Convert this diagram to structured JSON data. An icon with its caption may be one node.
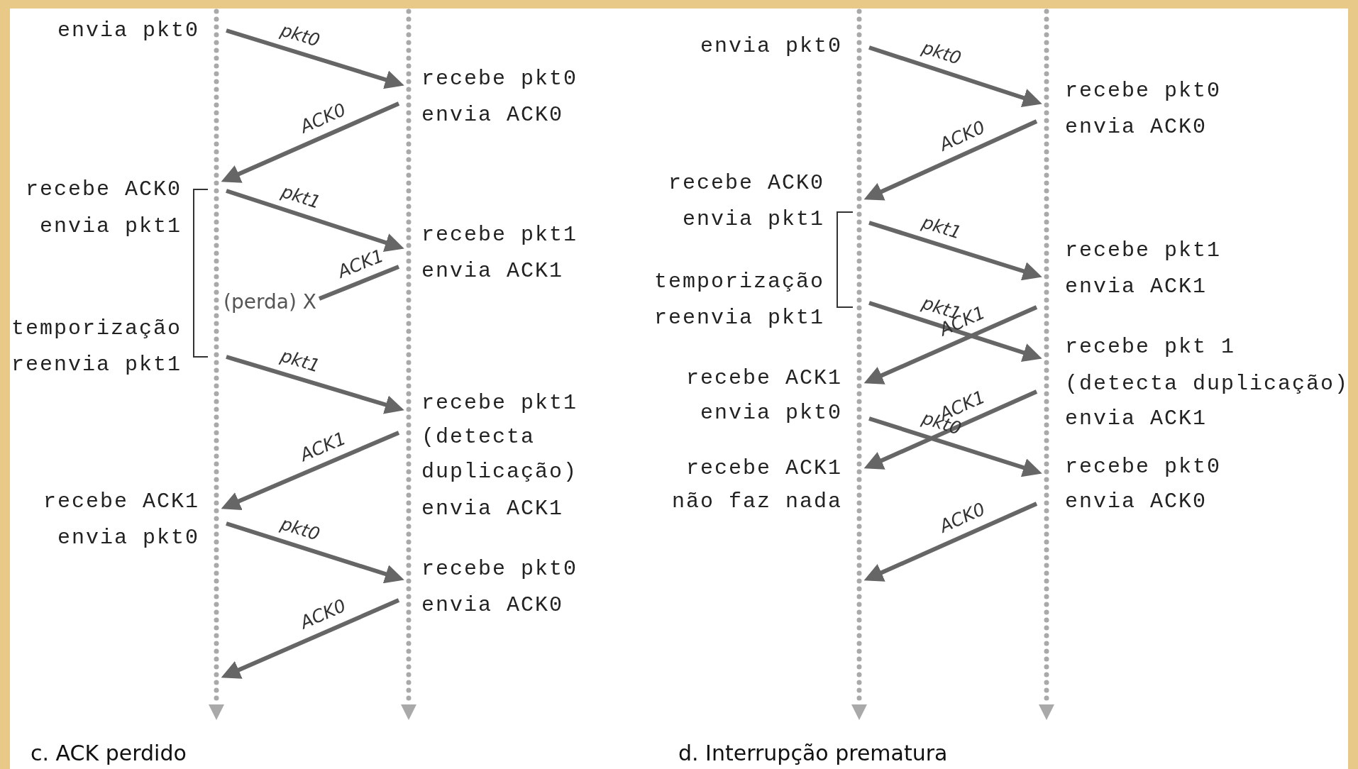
{
  "diagram": {
    "nodes": [
      {
        "text": [],
        "shape": "line"
      },
      {
        "text": [],
        "shape": "line"
      },
      {
        "text": [],
        "shape": "line"
      },
      {
        "text": [],
        "shape": "line"
      },
      {
        "text": [
          "(perda) X"
        ]
      }
    ],
    "edges": [
      {
        "from": 0,
        "to": 1,
        "arrow": "to",
        "label": "pkt0"
      },
      {
        "from": 1,
        "to": 0,
        "arrow": "to",
        "label": "ACK0"
      },
      {
        "from": 0,
        "to": 1,
        "arrow": "to",
        "label": "pkt1"
      },
      {
        "from": 1,
        "to": 4,
        "arrow": "none",
        "label": "ACK1"
      },
      {
        "from": 0,
        "to": 1,
        "arrow": "to",
        "label": "pkt1"
      },
      {
        "from": 1,
        "to": 0,
        "arrow": "to",
        "label": "ACK1"
      },
      {
        "from": 0,
        "to": 1,
        "arrow": "to",
        "label": "pkt0"
      },
      {
        "from": 1,
        "to": 0,
        "arrow": "to",
        "label": "ACK0"
      },
      {
        "from": 2,
        "to": 3,
        "arrow": "to",
        "label": "pkt0"
      },
      {
        "from": 3,
        "to": 2,
        "arrow": "to",
        "label": "ACK0"
      },
      {
        "from": 2,
        "to": 3,
        "arrow": "to",
        "label": "pkt1"
      },
      {
        "from": 2,
        "to": 3,
        "arrow": "to",
        "label": "pkt1"
      },
      {
        "from": 3,
        "to": 2,
        "arrow": "to",
        "label": "ACK1"
      },
      {
        "from": 3,
        "to": 2,
        "arrow": "to",
        "label": "ACK1"
      },
      {
        "from": 2,
        "to": 3,
        "arrow": "to",
        "label": "pkt0"
      },
      {
        "from": 3,
        "to": 2,
        "arrow": "to",
        "label": "ACK0"
      }
    ],
    "labels": [
      "envia pkt0",
      "recebe pkt0",
      "envia ACK0",
      "recebe ACK0",
      "envia pkt1",
      "recebe pkt1",
      "envia ACK1",
      "temporização",
      "reenvia pkt1",
      "recebe pkt1",
      "(detecta",
      "duplicação)",
      "recebe ACK1",
      "envia ACK1",
      "envia pkt0",
      "recebe pkt0",
      "envia ACK0",
      "c. ACK perdido",
      "envia pkt0",
      "recebe pkt0",
      "envia ACK0",
      "recebe ACK0",
      "envia pkt1",
      "recebe pkt1",
      "temporização",
      "envia ACK1",
      "reenvia pkt1",
      "recebe pkt 1",
      "recebe ACK1",
      "(detecta duplicação)",
      "envia pkt0",
      "envia ACK1",
      "recebe ACK1",
      "recebe pkt0",
      "não faz nada",
      "envia ACK0",
      "d. Interrupção prematura"
    ]
  }
}
